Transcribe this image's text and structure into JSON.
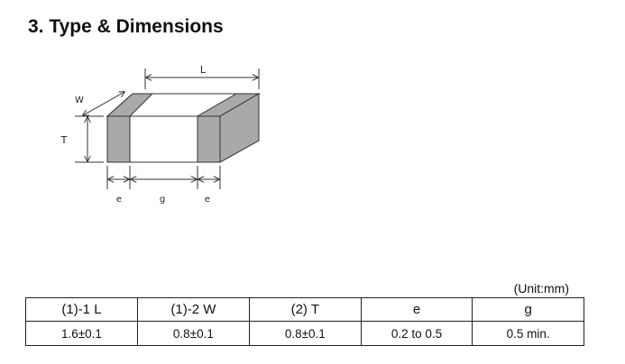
{
  "section": {
    "title": "3. Type & Dimensions"
  },
  "diagram": {
    "labels": {
      "length": "L",
      "width": "W",
      "thickness": "T",
      "electrode_left": "e",
      "gap": "g",
      "electrode_right": "e"
    },
    "colors": {
      "electrode": "#a9a9a9",
      "body": "#ffffff",
      "outline": "#333333"
    }
  },
  "table": {
    "unit_note": "(Unit:mm)",
    "headers": [
      "(1)-1 L",
      "(1)-2 W",
      "(2) T",
      "e",
      "g"
    ],
    "rows": [
      [
        "1.6±0.1",
        "0.8±0.1",
        "0.8±0.1",
        "0.2 to 0.5",
        "0.5 min."
      ]
    ]
  }
}
